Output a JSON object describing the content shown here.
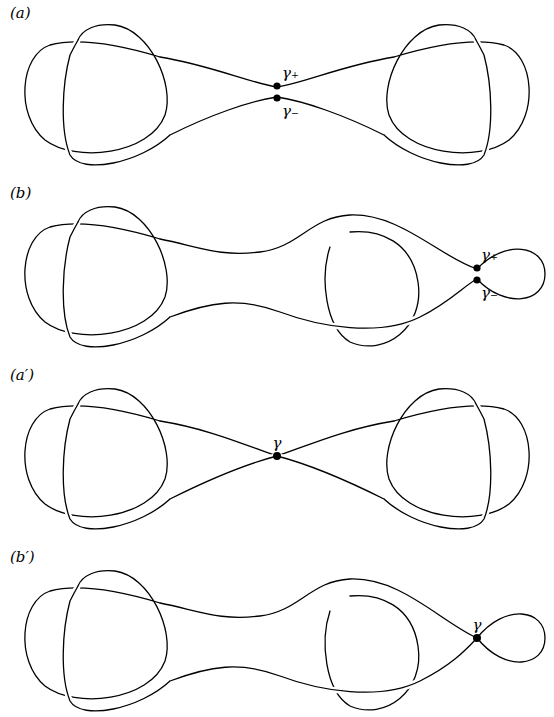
{
  "diagram": {
    "labels": [
      "(a)",
      "γ₊",
      "γ₋",
      "(b)",
      "γ₊",
      "γ₋",
      "(a′)",
      "γ",
      "(b′)",
      "γ"
    ]
  }
}
